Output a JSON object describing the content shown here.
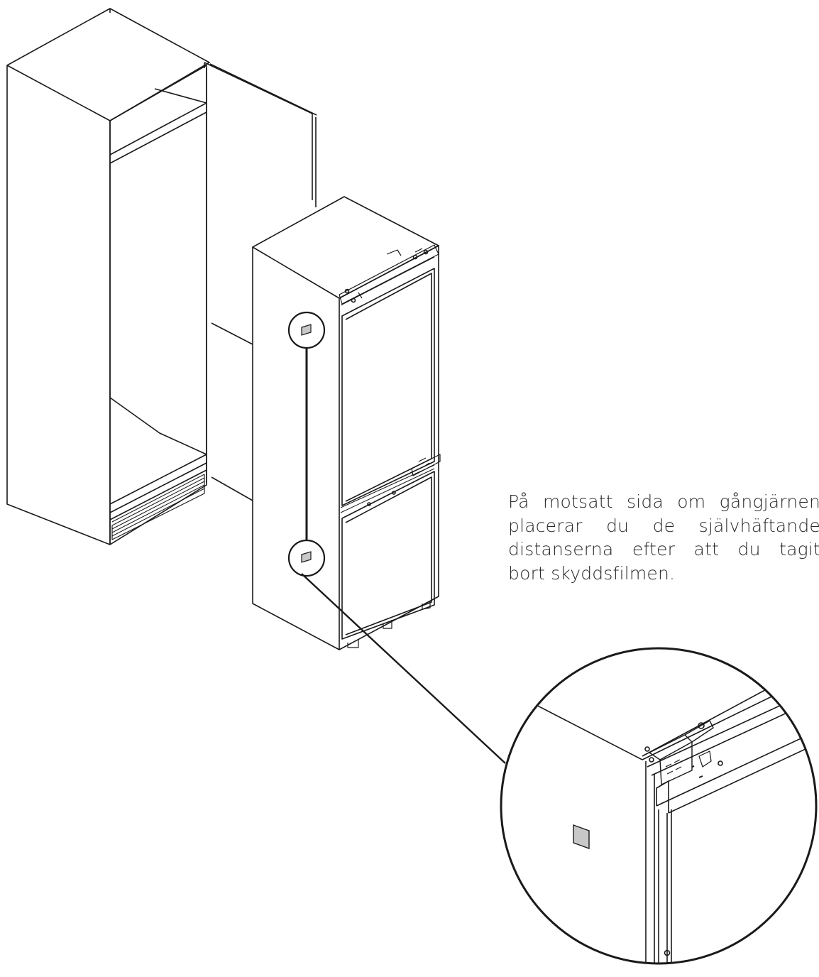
{
  "diagram": {
    "subject": "built-in fridge-freezer installation into tall cabinet",
    "callouts": [
      {
        "id": "upper-spacer",
        "marker": "circle"
      },
      {
        "id": "lower-spacer",
        "marker": "circle",
        "magnified": true
      }
    ],
    "colors": {
      "line": "#1a1a1a",
      "spacer_fill": "#c8c8c8",
      "background": "#ffffff"
    }
  },
  "instruction": {
    "lines": [
      "På motsatt sida om gångjärnen",
      "placerar du de självhäftande",
      "distanserna efter att du tagit",
      "bort skyddsfilmen."
    ]
  }
}
